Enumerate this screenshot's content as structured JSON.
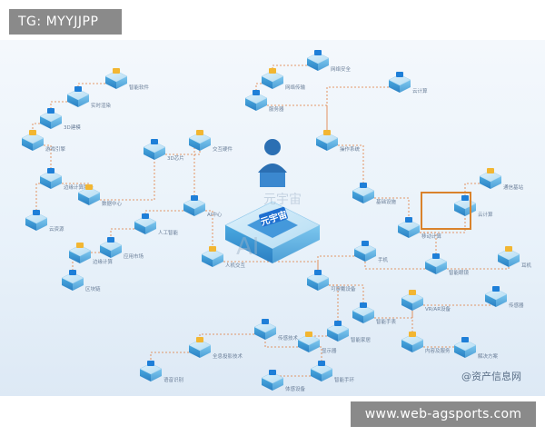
{
  "header_tag": "TG: MYYJJPP",
  "footer_tag": "www.web-agsports.com",
  "colors": {
    "accent": "#1e7fd8",
    "highlight": "#d9822b",
    "line": "#e07a3a",
    "label": "#6b7f99"
  },
  "center": {
    "badge": "元宇宙",
    "icon": "person-icon"
  },
  "watermarks": {
    "main": "AI",
    "sub": "元宇宙",
    "source": "@资产信息网"
  },
  "nodes": [
    {
      "id": "n1",
      "label": "智能软件",
      "icon": "chip-icon"
    },
    {
      "id": "n2",
      "label": "实时渲染",
      "icon": "render-icon"
    },
    {
      "id": "n3",
      "label": "3D建模",
      "icon": "cube-icon"
    },
    {
      "id": "n4",
      "label": "游戏引擎",
      "icon": "engine-icon"
    },
    {
      "id": "n5",
      "label": "边缘计算服务",
      "icon": "server-icon"
    },
    {
      "id": "n6",
      "label": "云资源",
      "icon": "cloud-icon"
    },
    {
      "id": "n7",
      "label": "数据中心",
      "icon": "database-icon"
    },
    {
      "id": "n8",
      "label": "应用市场",
      "icon": "app-icon"
    },
    {
      "id": "n9",
      "label": "3D芯片",
      "icon": "chip-icon"
    },
    {
      "id": "n10",
      "label": "交互硬件",
      "icon": "hardware-icon"
    },
    {
      "id": "n11",
      "label": "AI中心",
      "icon": "network-icon"
    },
    {
      "id": "n12",
      "label": "人工智能",
      "icon": "ai-icon"
    },
    {
      "id": "n13",
      "label": "边缘计算",
      "icon": "edge-icon"
    },
    {
      "id": "n14",
      "label": "区块链",
      "icon": "blockchain-icon"
    },
    {
      "id": "n15",
      "label": "网络安全",
      "icon": "shield-icon"
    },
    {
      "id": "n16",
      "label": "网络传输",
      "icon": "network-icon"
    },
    {
      "id": "n17",
      "label": "服务器",
      "icon": "server-icon"
    },
    {
      "id": "n18",
      "label": "云计算",
      "icon": "cloud-icon"
    },
    {
      "id": "n19",
      "label": "操作系统",
      "icon": "os-icon"
    },
    {
      "id": "n20",
      "label": "基础设施",
      "icon": "infra-icon"
    },
    {
      "id": "n21",
      "label": "移动计算",
      "icon": "mobile-icon"
    },
    {
      "id": "n22",
      "label": "通信基站",
      "icon": "antenna-icon"
    },
    {
      "id": "n23",
      "label": "云计算",
      "icon": "cloud-icon"
    },
    {
      "id": "n24",
      "label": "智能眼镜",
      "icon": "glasses-icon"
    },
    {
      "id": "n25",
      "label": "耳机",
      "icon": "headphone-icon"
    },
    {
      "id": "n26",
      "label": "手机",
      "icon": "phone-icon"
    },
    {
      "id": "n27",
      "label": "传感器",
      "icon": "sensor-icon"
    },
    {
      "id": "n28",
      "label": "VR/AR设备",
      "icon": "vr-icon"
    },
    {
      "id": "n29",
      "label": "智能手表",
      "icon": "watch-icon"
    },
    {
      "id": "n30",
      "label": "可穿戴设备",
      "icon": "wearable-icon"
    },
    {
      "id": "n31",
      "label": "内容及服务",
      "icon": "content-icon"
    },
    {
      "id": "n32",
      "label": "解决方案",
      "icon": "solution-icon"
    },
    {
      "id": "n33",
      "label": "智能家居",
      "icon": "home-icon"
    },
    {
      "id": "n34",
      "label": "显示器",
      "icon": "display-icon"
    },
    {
      "id": "n35",
      "label": "智能手环",
      "icon": "band-icon"
    },
    {
      "id": "n36",
      "label": "传感技术",
      "icon": "sensor-icon"
    },
    {
      "id": "n37",
      "label": "全息投影技术",
      "icon": "hologram-icon"
    },
    {
      "id": "n38",
      "label": "语音识别",
      "icon": "voice-icon"
    },
    {
      "id": "n39",
      "label": "体感设备",
      "icon": "motion-icon"
    },
    {
      "id": "n40",
      "label": "人机交互",
      "icon": "interaction-icon"
    }
  ]
}
